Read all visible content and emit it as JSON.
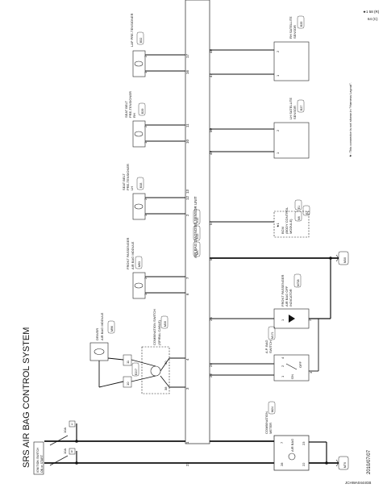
{
  "page": {
    "title": "SRS AIR BAG CONTROL SYSTEM",
    "date": "2010/07/07",
    "ref_code": "JCHWA0444GB",
    "note": "★: This connector is not shown in \"Harness Layout\".",
    "legend_line1": "★1  58  (R)",
    "legend_line2": "64  (C)",
    "ignition_label_1": "IGNITION SWITCH",
    "ignition_label_2": "ON or START"
  },
  "fuses": [
    {
      "amp": "10A",
      "num": "1"
    },
    {
      "amp": "10A",
      "num": "5"
    }
  ],
  "unit": {
    "name": "AIR BAG DIAGNOSIS SENSOR UNIT",
    "connectors": [
      "M97",
      "E13",
      "E14"
    ],
    "pins": [
      "1",
      "23",
      "3",
      "4",
      "22",
      "24",
      "25",
      "6",
      "7",
      "5",
      "57",
      "2",
      "12",
      "13",
      "10",
      "11",
      "49",
      "50",
      "16",
      "17",
      "47",
      "48"
    ]
  },
  "components": {
    "combination_meter": {
      "name_1": "COMBINATION",
      "name_2": "METER",
      "connector": "M24",
      "lamp": "AIR BAG",
      "pins": [
        "7",
        "28",
        "22",
        "23"
      ]
    },
    "driver_module": {
      "name_1": "DRIVER",
      "name_2": "AIR BAG MODULE",
      "connector": "M96"
    },
    "spiral_cable": {
      "name_1": "COMBINATION SWITCH",
      "name_2": "(SPIRAL CABLE)",
      "connector": "M30",
      "pins": [
        "10",
        "11",
        "38",
        "30"
      ],
      "subconnector": "E207"
    },
    "passenger_module": {
      "name_1": "FRONT PASSENGER",
      "name_2": "AIR BAG MODULE",
      "connector": "M93",
      "pins": [
        "1",
        "2"
      ]
    },
    "pretensioner_lh": {
      "name_1": "SEAT BELT",
      "name_2": "PRE-TENSIONER",
      "name_3": "LH",
      "connector": "B38",
      "pins": [
        "1",
        "2"
      ]
    },
    "pretensioner_rh": {
      "name_1": "SEAT BELT",
      "name_2": "PRE-TENSIONER",
      "name_3": "RH",
      "connector": "B39",
      "pins": [
        "1",
        "2"
      ]
    },
    "lap_pretensioner": {
      "name_1": "LAP PRE-TENSIONER",
      "connector": "B52",
      "pins": [
        "1",
        "2"
      ]
    },
    "bag_switch": {
      "name_1": "A.P. BAG",
      "name_2": "SWITCH",
      "connector": "M171",
      "pins": [
        "2",
        "1",
        "3",
        "4"
      ],
      "on": "ON",
      "off": "OFF"
    },
    "passenger_indicator": {
      "name_1": "FRONT PASSENGER",
      "name_2": "AIR BAG OFF",
      "name_3": "INDICATOR",
      "connector": "M728",
      "pins": [
        "1",
        "2"
      ]
    },
    "bcm": {
      "name_1": "BCM",
      "name_2": "(BODY CONTROL",
      "name_3": "MODULE)",
      "connectors": [
        "M6",
        "E1",
        "E2"
      ],
      "star_pin": "★1"
    },
    "satellite_lh": {
      "name_1": "LH SATELLITE",
      "name_2": "SENSOR",
      "connector": "B37",
      "pins": [
        "1",
        "2"
      ]
    },
    "satellite_rh": {
      "name_1": "RH SATELLITE",
      "name_2": "SENSOR",
      "connector": "B35",
      "pins": [
        "1",
        "2"
      ]
    }
  },
  "grounds": [
    "M70",
    "M30"
  ]
}
